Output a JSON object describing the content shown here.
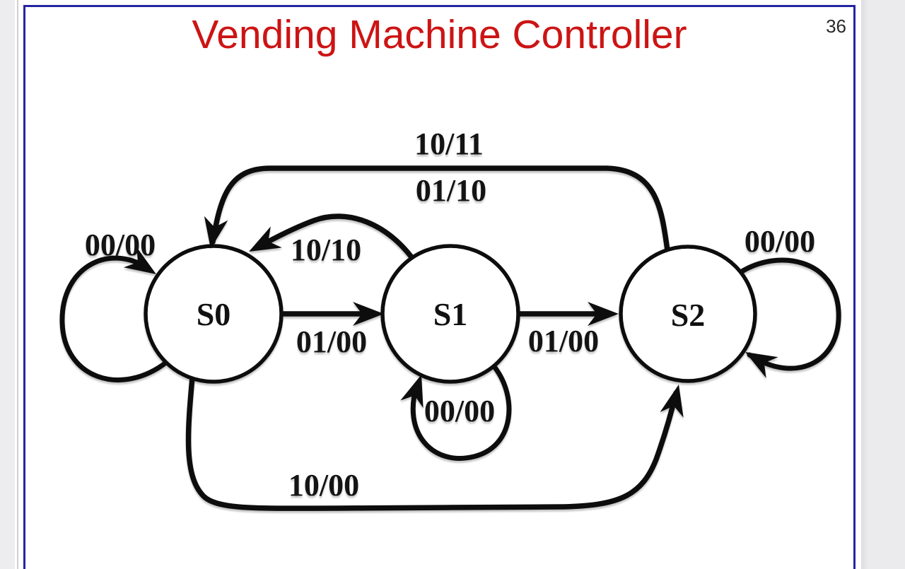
{
  "window": {
    "background_color": "#ffffff",
    "gutter_color": "#ebebed",
    "slide_border_color": "#2525a3"
  },
  "slide": {
    "title": "Vending Machine Controller",
    "title_color": "#cc1414",
    "page_number": "36"
  },
  "diagram": {
    "type": "finite-state-machine",
    "ink_color": "#0d0d0d",
    "states": [
      {
        "id": "S0",
        "label": "S0"
      },
      {
        "id": "S1",
        "label": "S1"
      },
      {
        "id": "S2",
        "label": "S2"
      }
    ],
    "transitions": [
      {
        "from": "S0",
        "to": "S0",
        "label": "00/00"
      },
      {
        "from": "S0",
        "to": "S1",
        "label": "01/00"
      },
      {
        "from": "S1",
        "to": "S0",
        "label": "10/10"
      },
      {
        "from": "S1",
        "to": "S1",
        "label": "00/00"
      },
      {
        "from": "S1",
        "to": "S2",
        "label": "01/00"
      },
      {
        "from": "S2",
        "to": "S0",
        "label": "10/11"
      },
      {
        "from": "S2",
        "to": "S0",
        "label": "01/10"
      },
      {
        "from": "S2",
        "to": "S2",
        "label": "00/00"
      },
      {
        "from": "S0",
        "to": "S2",
        "label": "10/00"
      }
    ]
  }
}
